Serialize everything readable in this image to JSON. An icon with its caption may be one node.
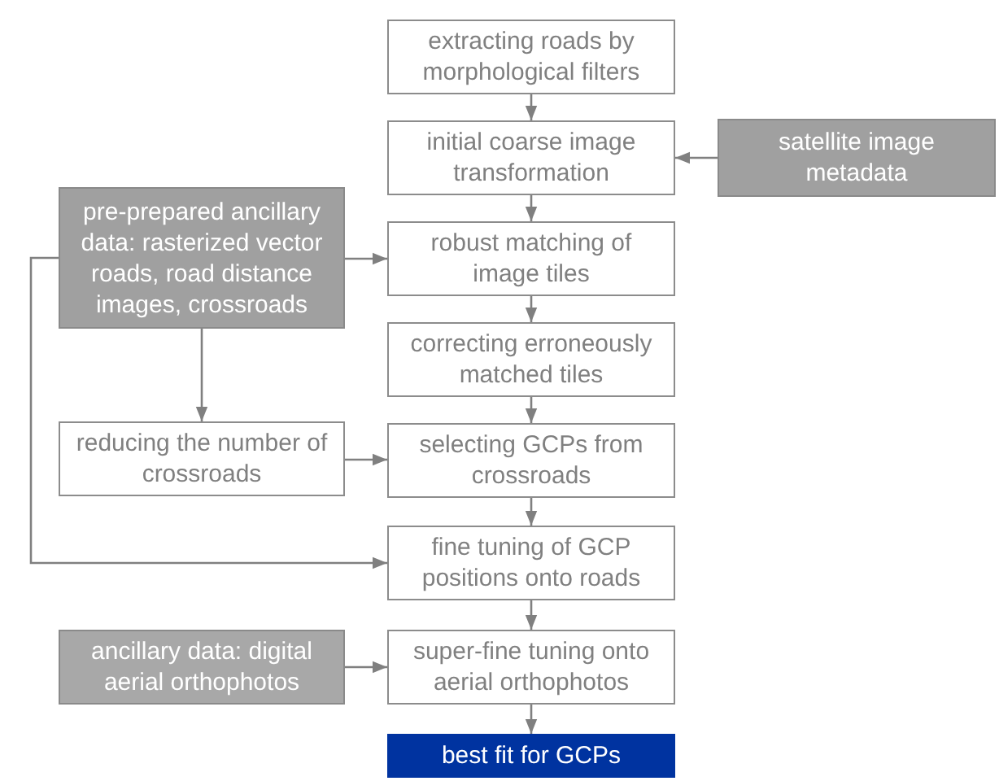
{
  "diagram": {
    "nodes": [
      {
        "text": [
          "extracting roads by morphological filters"
        ]
      },
      {
        "text": [
          "initial coarse image transformation"
        ]
      },
      {
        "text": [
          "satellite image metadata"
        ]
      },
      {
        "text": [
          "pre-prepared ancillary data: rasterized vector roads, road distance images, crossroads"
        ]
      },
      {
        "text": [
          "robust matching of image tiles"
        ]
      },
      {
        "text": [
          "correcting erroneously matched tiles"
        ]
      },
      {
        "text": [
          "reducing the number of crossroads"
        ]
      },
      {
        "text": [
          "selecting GCPs from crossroads"
        ]
      },
      {
        "text": [
          "fine tuning of GCP positions onto roads"
        ]
      },
      {
        "text": [
          "ancillary data: digital aerial orthophotos"
        ]
      },
      {
        "text": [
          "super-fine tuning onto aerial orthophotos"
        ]
      },
      {
        "text": [
          "best fit for GCPs"
        ]
      }
    ],
    "edges": [
      {
        "from": 0,
        "to": 1,
        "arrow": "to"
      },
      {
        "from": 2,
        "to": 1,
        "arrow": "to"
      },
      {
        "from": 1,
        "to": 4,
        "arrow": "to"
      },
      {
        "from": 3,
        "to": 4,
        "arrow": "to"
      },
      {
        "from": 4,
        "to": 5,
        "arrow": "to"
      },
      {
        "from": 3,
        "to": 6,
        "arrow": "to"
      },
      {
        "from": 5,
        "to": 7,
        "arrow": "to"
      },
      {
        "from": 6,
        "to": 7,
        "arrow": "to"
      },
      {
        "from": 7,
        "to": 8,
        "arrow": "to"
      },
      {
        "from": 3,
        "to": 8,
        "arrow": "to"
      },
      {
        "from": 8,
        "to": 10,
        "arrow": "to"
      },
      {
        "from": 9,
        "to": 10,
        "arrow": "to"
      },
      {
        "from": 10,
        "to": 11,
        "arrow": "to"
      }
    ]
  }
}
